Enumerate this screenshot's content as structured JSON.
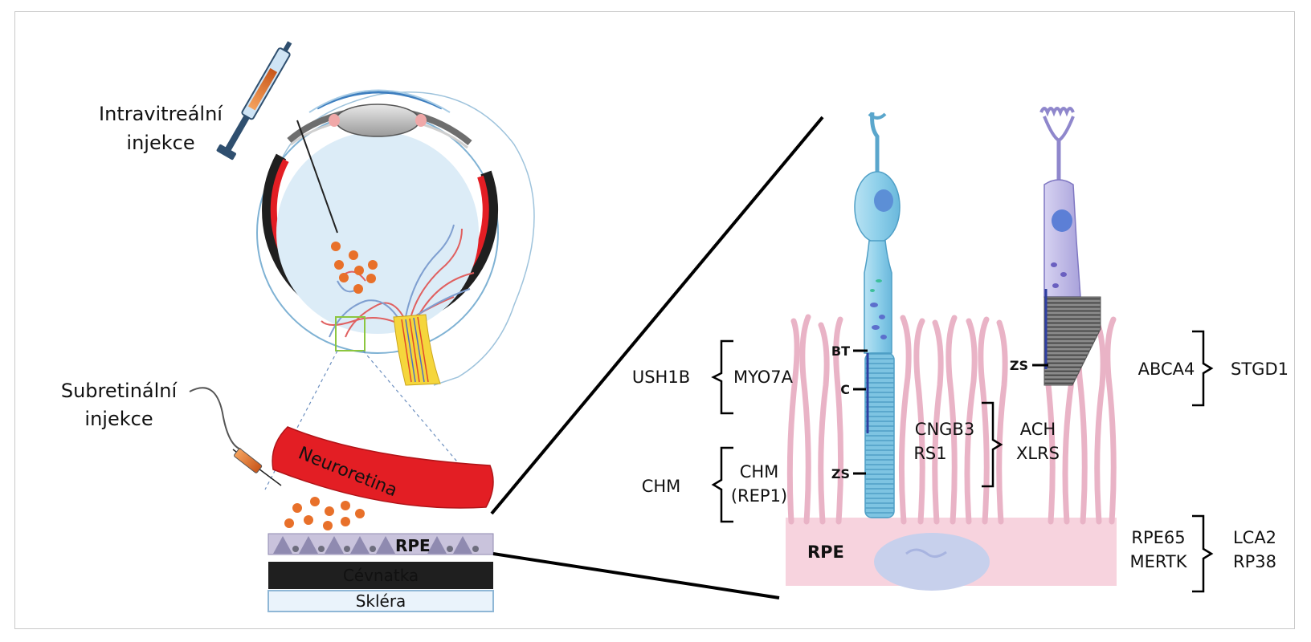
{
  "labels": {
    "intravitreal_line1": "Intravitreální",
    "intravitreal_line2": "injekce",
    "subretinal_line1": "Subretinální",
    "subretinal_line2": "injekce",
    "neuroretina": "Neuroretina",
    "rpe_left": "RPE",
    "cevnatka": "Cévnatka",
    "sklera": "Skléra",
    "rpe_right": "RPE",
    "bt": "BT",
    "c": "C",
    "zs_rod": "ZS",
    "zs_cone": "ZS"
  },
  "genes": {
    "ush1b": "USH1B",
    "myo7a": "MYO7A",
    "chm_disease": "CHM",
    "chm_gene_line1": "CHM",
    "chm_gene_line2": "(REP1)",
    "cngb3": "CNGB3",
    "rs1": "RS1",
    "ach": "ACH",
    "xlrs": "XLRS",
    "abca4": "ABCA4",
    "stgd1": "STGD1",
    "rpe65": "RPE65",
    "mertk": "MERTK",
    "lca2": "LCA2",
    "rp38": "RP38"
  },
  "colors": {
    "retina_red": "#e31e24",
    "vitreous": "#dcecf7",
    "choroid": "#1f1f1f",
    "rpe_layer": "#c9c3dc",
    "villi_pink": "#f2c4d3",
    "rpe_band": "#f7d3de",
    "rod_blue": "#8fd0ea",
    "cone_violet": "#bdb7e6",
    "particle_orange": "#e8702a",
    "frame_border": "#c9c9c9"
  }
}
